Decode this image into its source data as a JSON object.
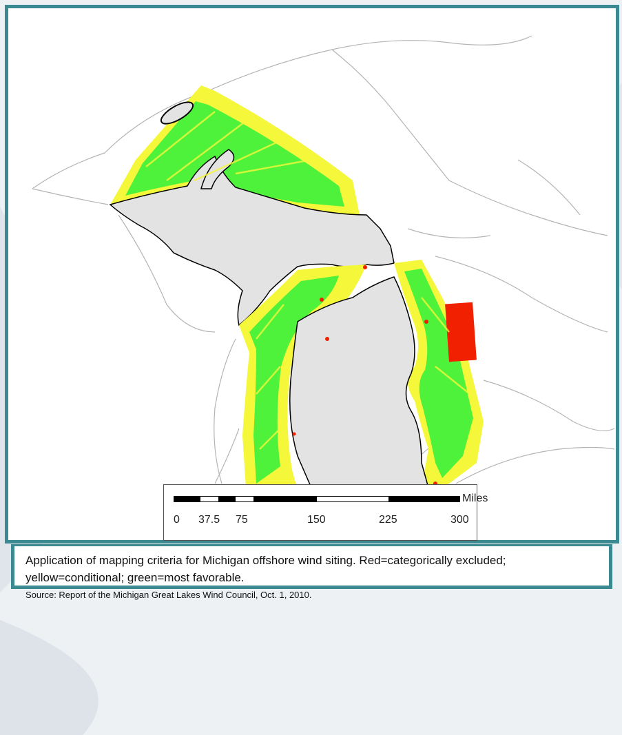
{
  "scale_bar": {
    "unit_label": "Miles",
    "ticks": [
      "0",
      "37.5",
      "75",
      "150",
      "225",
      "300"
    ]
  },
  "caption": {
    "main": "Application of mapping criteria for Michigan offshore wind siting. Red=categorically excluded; yellow=conditional; green=most favorable.",
    "source": "Source: Report of the Michigan Great Lakes Wind Council, Oct. 1, 2010."
  },
  "colors": {
    "excluded_red": "#f02000",
    "conditional_yellow": "#f4f73a",
    "favorable_green": "#4ef23b",
    "land_gray": "#e3e3e3",
    "frame_teal": "#3b8a92"
  }
}
